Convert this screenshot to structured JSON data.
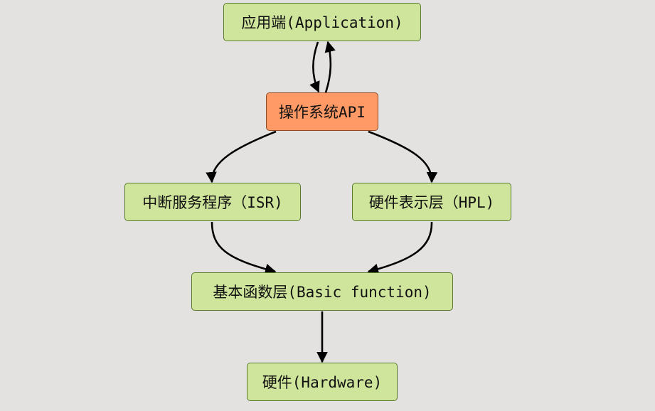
{
  "diagram": {
    "nodes": {
      "app": "应用端(Application)",
      "api": "操作系统API",
      "isr": "中断服务程序（ISR)",
      "hpl": "硬件表示层（HPL)",
      "basic": "基本函数层(Basic function)",
      "hardware": "硬件(Hardware)"
    },
    "edges": [
      {
        "from": "app",
        "to": "api"
      },
      {
        "from": "api",
        "to": "app"
      },
      {
        "from": "api",
        "to": "isr"
      },
      {
        "from": "api",
        "to": "hpl"
      },
      {
        "from": "isr",
        "to": "basic"
      },
      {
        "from": "hpl",
        "to": "basic"
      },
      {
        "from": "basic",
        "to": "hardware"
      }
    ],
    "colors": {
      "node_fill": "#cfe59b",
      "highlight_fill": "#ff9a66",
      "background": "#e4e2e1",
      "edge": "#000000"
    }
  }
}
